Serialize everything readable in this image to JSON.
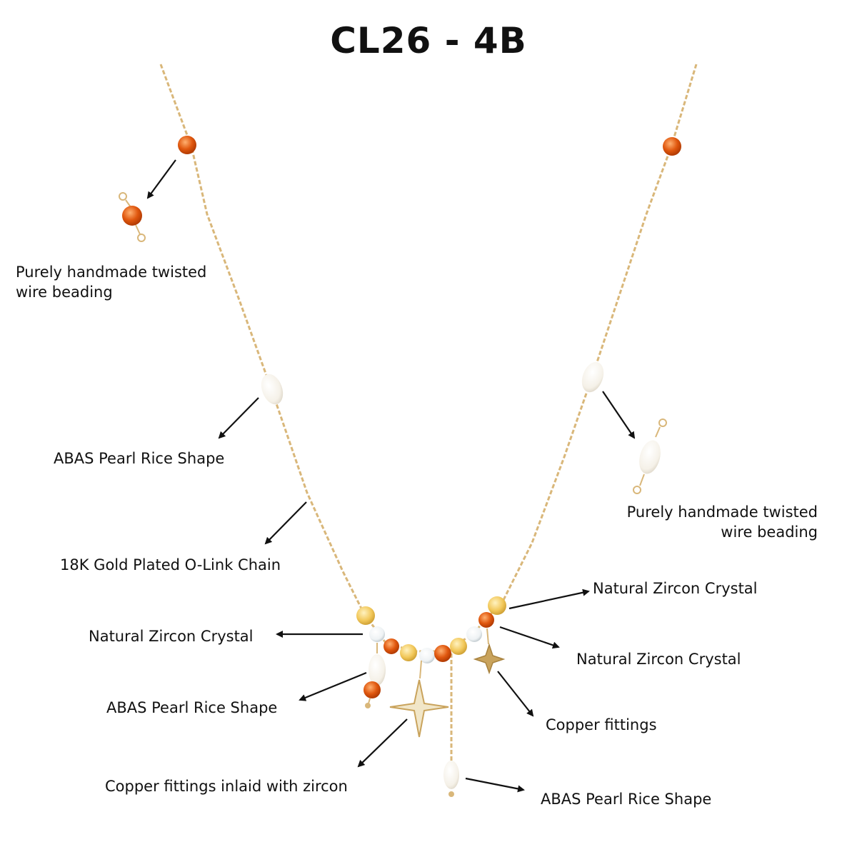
{
  "title": "CL26 - 4B",
  "labels": {
    "wire_beading_left": [
      "Purely handmade twisted",
      "wire beading"
    ],
    "wire_beading_right": [
      "Purely handmade twisted",
      "wire beading"
    ],
    "pearl_upper_left": "ABAS Pearl Rice Shape",
    "chain": "18K Gold Plated O-Link Chain",
    "zircon_left": "Natural Zircon Crystal",
    "pearl_lower_left": "ABAS Pearl Rice Shape",
    "copper_zircon": "Copper fittings inlaid with zircon",
    "zircon_right_upper": "Natural Zircon Crystal",
    "zircon_right_lower": "Natural Zircon Crystal",
    "copper": "Copper fittings",
    "pearl_bottom": "ABAS Pearl Rice Shape"
  },
  "colors": {
    "chain": "#d9b77a",
    "orange_bead": "#e0570e",
    "yellow_bead": "#f2c85a",
    "clear_bead": "#eef2f4",
    "pearl": "#f7f4ee",
    "arrow": "#111111"
  }
}
